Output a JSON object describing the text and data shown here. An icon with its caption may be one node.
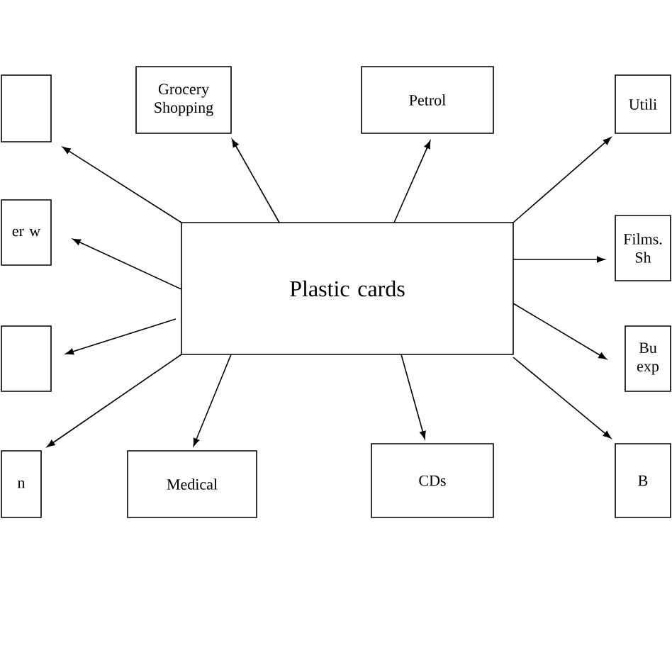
{
  "diagram": {
    "nodes": [
      {
        "text": [
          "Plastic cards"
        ]
      },
      {
        "text": [],
        "shape": "box"
      },
      {
        "text": [
          "er w"
        ]
      },
      {
        "text": [],
        "shape": "box"
      },
      {
        "text": [
          "n"
        ]
      },
      {
        "text": [
          "Grocery Shopping"
        ]
      },
      {
        "text": [
          "Petrol"
        ]
      },
      {
        "text": [
          "Utili"
        ]
      },
      {
        "text": [
          "Films. Sh"
        ]
      },
      {
        "text": [
          "Bu exp"
        ]
      },
      {
        "text": [
          "B"
        ]
      },
      {
        "text": [
          "Medical"
        ]
      },
      {
        "text": [
          "CDs"
        ]
      }
    ],
    "edges": [
      {
        "from": 0,
        "to": 1,
        "arrow": "to"
      },
      {
        "from": 0,
        "to": 2,
        "arrow": "to"
      },
      {
        "from": 0,
        "to": 3,
        "arrow": "to"
      },
      {
        "from": 0,
        "to": 4,
        "arrow": "to"
      },
      {
        "from": 0,
        "to": 5,
        "arrow": "to"
      },
      {
        "from": 0,
        "to": 6,
        "arrow": "to"
      },
      {
        "from": 0,
        "to": 7,
        "arrow": "to"
      },
      {
        "from": 0,
        "to": 8,
        "arrow": "to"
      },
      {
        "from": 0,
        "to": 9,
        "arrow": "to"
      },
      {
        "from": 0,
        "to": 10,
        "arrow": "to"
      },
      {
        "from": 0,
        "to": 11,
        "arrow": "to"
      },
      {
        "from": 0,
        "to": 12,
        "arrow": "to"
      }
    ]
  }
}
